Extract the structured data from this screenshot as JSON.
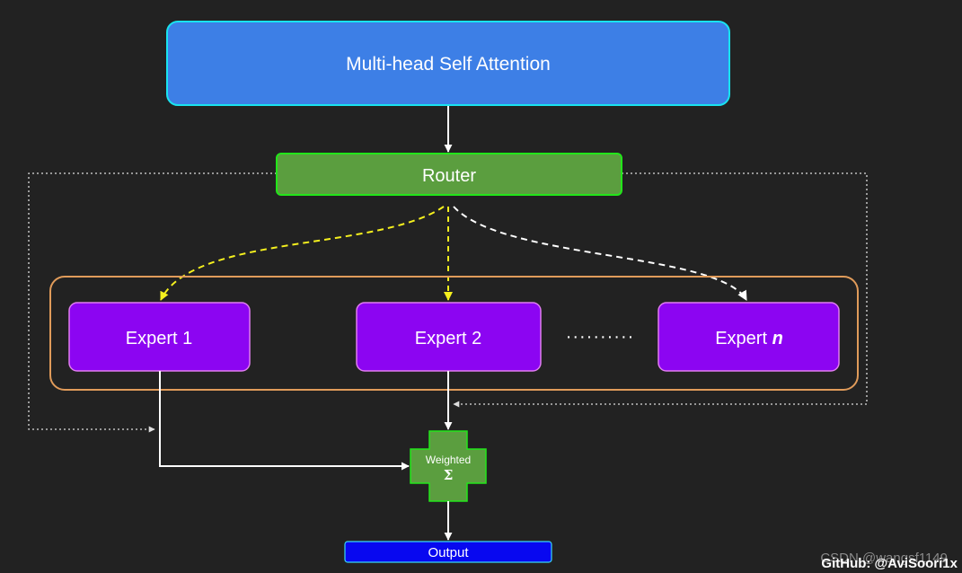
{
  "nodes": {
    "attention": {
      "label": "Multi-head Self Attention"
    },
    "router": {
      "label": "Router"
    },
    "expert1": {
      "label": "Expert 1"
    },
    "expert2": {
      "label": "Expert 2"
    },
    "expertn": {
      "label": "Expert ",
      "label_var": "n"
    },
    "ellipsis": {
      "label": "··········"
    },
    "weighted_sum": {
      "label": "Weighted",
      "symbol": "Σ"
    },
    "output": {
      "label": "Output"
    }
  },
  "watermark": {
    "back": "CSDN @wangsf1149",
    "front": "GitHub: @AviSoori1x"
  },
  "colors": {
    "background": "#222222",
    "attention_fill": "#3d7fe6",
    "attention_stroke": "#19e3ef",
    "router_fill": "#5b9e3f",
    "router_stroke": "#22e61a",
    "expert_fill": "#8c05f2",
    "expert_stroke": "#e07df0",
    "expert_group_stroke": "#e09b5a",
    "output_fill": "#0808f0",
    "output_stroke": "#39d8f5",
    "active_route": "#f5f01e",
    "inactive_route": "#ffffff"
  }
}
